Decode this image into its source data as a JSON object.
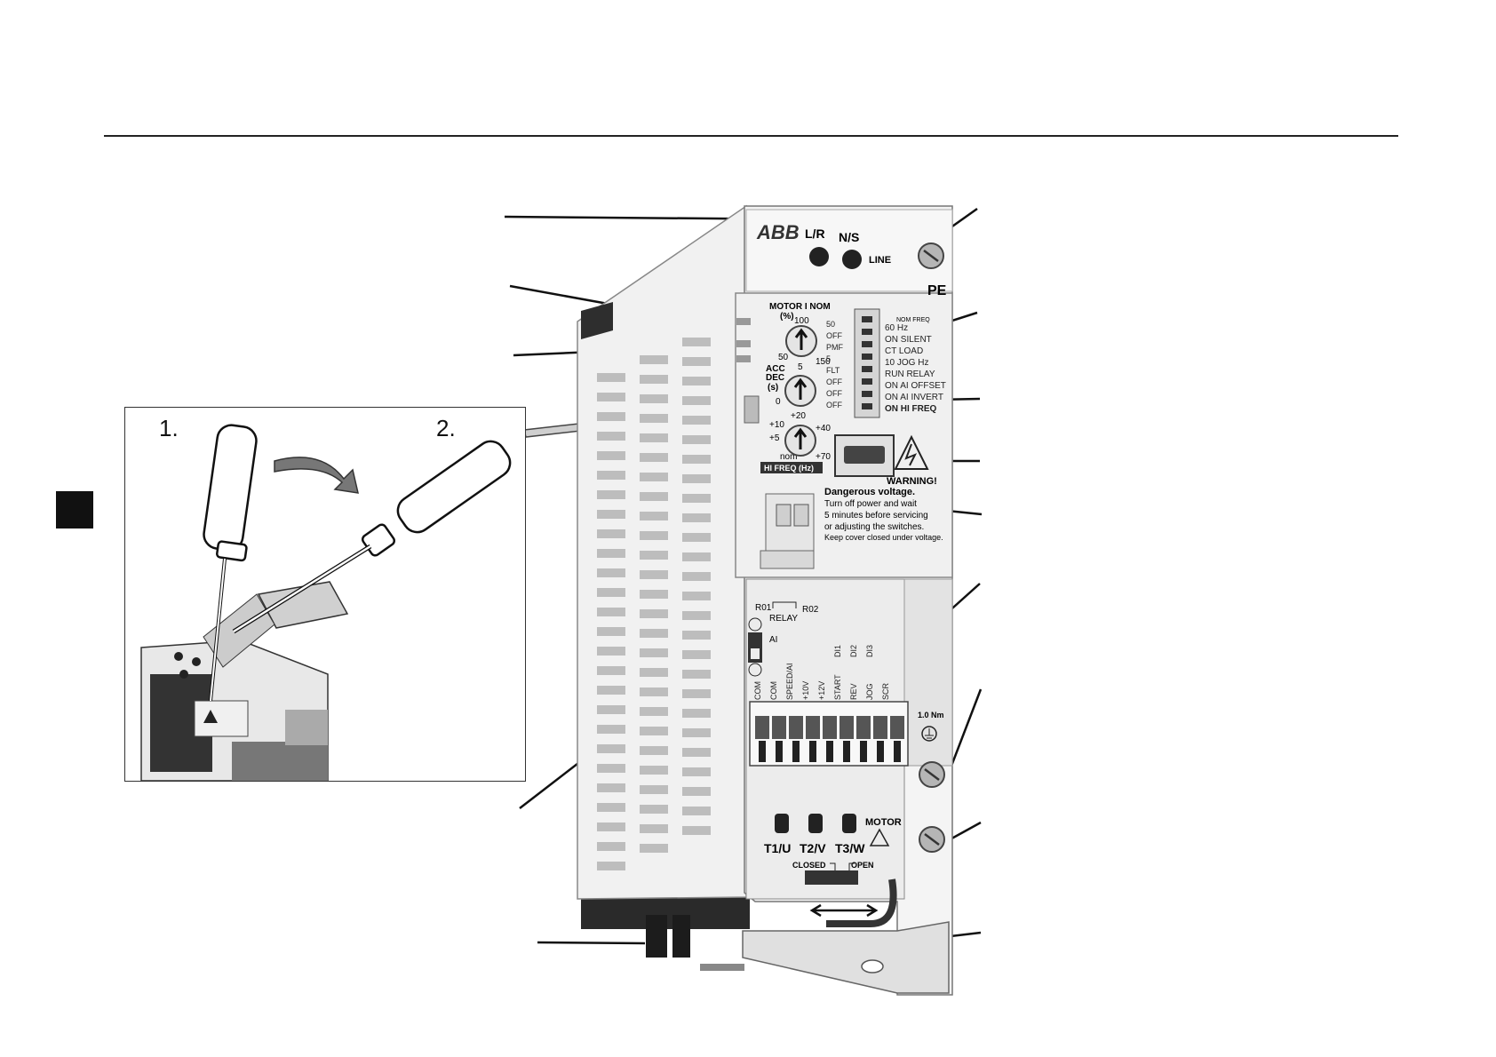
{
  "device": {
    "brand": "ABB",
    "buttons": {
      "lr": "L/R",
      "ns": "N/S",
      "line": "LINE"
    },
    "pe": "PE",
    "motor_inom": {
      "title": "MOTOR I NOM",
      "unit": "(%)",
      "max": "100",
      "min": "50",
      "end": "150"
    },
    "acc_dec": {
      "acc": "ACC",
      "dec": "DEC",
      "unit": "(s)",
      "top": "5",
      "zero": "0"
    },
    "hi_freq_dial": {
      "p20": "+20",
      "p10": "+10",
      "p40": "+40",
      "p5": "+5",
      "nom": "nom",
      "p70": "+70",
      "label": "HI FREQ (Hz)"
    },
    "dip_left": [
      "50",
      "OFF",
      "PMF",
      "5",
      "FLT",
      "OFF",
      "OFF",
      "OFF"
    ],
    "dip_right": [
      "60 Hz",
      "ON SILENT",
      "CT LOAD",
      "10 JOG Hz",
      "RUN RELAY",
      "ON AI OFFSET",
      "ON AI INVERT",
      "ON HI FREQ"
    ],
    "dip_header": "NOM FREQ",
    "warning": {
      "title": "WARNING!",
      "heading": "Dangerous voltage.",
      "lines": [
        "Turn off power and wait",
        "5 minutes before servicing",
        "or adjusting the switches.",
        "Keep cover closed under voltage."
      ]
    },
    "relay": {
      "r01": "R01",
      "r02": "R02",
      "label": "RELAY"
    },
    "ai": "AI",
    "io_terminals": [
      "COM",
      "COM",
      "SPEED/AI",
      "+10V",
      "+12V",
      "START",
      "REV",
      "JOG",
      "SCR"
    ],
    "di": [
      "DI1",
      "DI2",
      "DI3"
    ],
    "torque": "1.0 Nm",
    "motor_terminals": [
      "T1/U",
      "T2/V",
      "T3/W"
    ],
    "motor_label": "MOTOR",
    "clamp": {
      "closed": "CLOSED",
      "open": "OPEN"
    }
  },
  "inset": {
    "step1": "1.",
    "step2": "2."
  }
}
